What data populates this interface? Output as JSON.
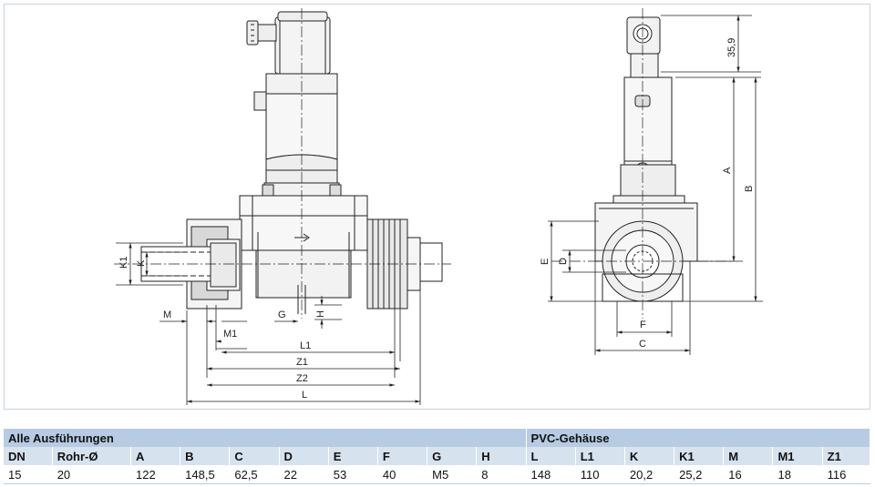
{
  "dimension_labels": {
    "K1": "K1",
    "K": "K",
    "M": "M",
    "M1": "M1",
    "G": "G",
    "H": "H",
    "L1": "L1",
    "Z1": "Z1",
    "Z2": "Z2",
    "L": "L",
    "top": "35,9",
    "A": "A",
    "B": "B",
    "E": "E",
    "D": "D",
    "F": "F",
    "C": "C"
  },
  "table": {
    "group_left": "Alle Ausführungen",
    "group_right": "PVC-Gehäuse",
    "headers": [
      "DN",
      "Rohr-Ø",
      "A",
      "B",
      "C",
      "D",
      "E",
      "F",
      "G",
      "H",
      "L",
      "L1",
      "K",
      "K1",
      "M",
      "M1",
      "Z1"
    ],
    "values": [
      "15",
      "20",
      "122",
      "148,5",
      "62,5",
      "22",
      "53",
      "40",
      "M5",
      "8",
      "148",
      "110",
      "20,2",
      "25,2",
      "16",
      "18",
      "116"
    ]
  }
}
